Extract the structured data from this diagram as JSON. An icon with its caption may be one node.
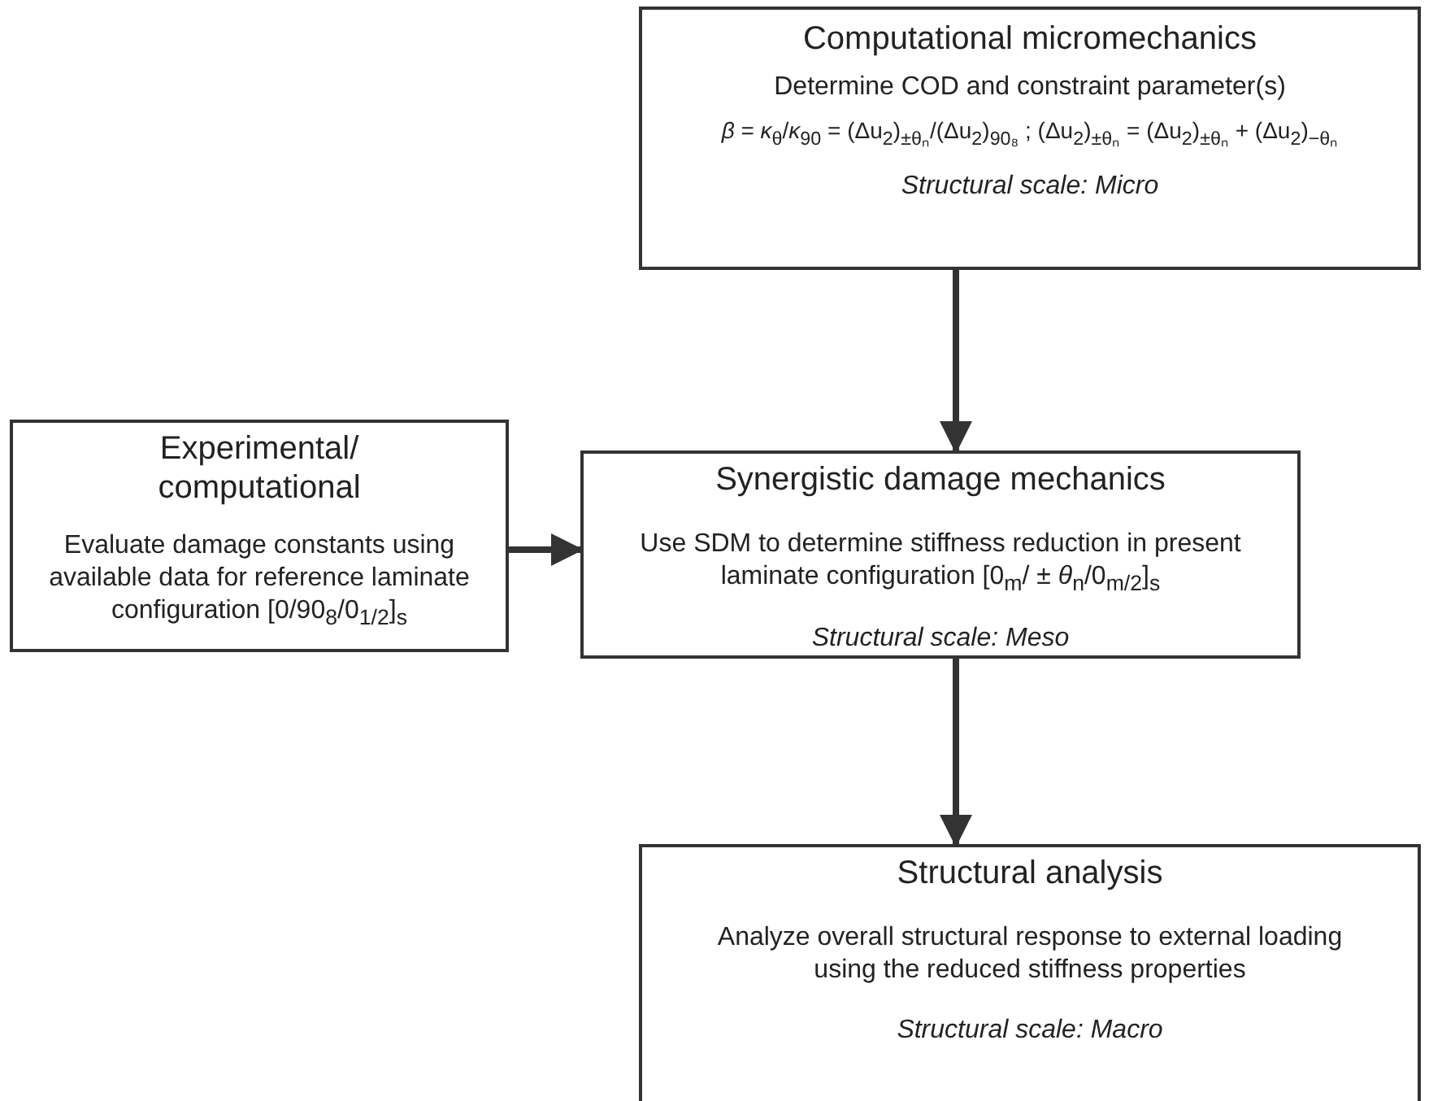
{
  "diagram": {
    "nodes": [
      {
        "text": [
          "Computational micromechanics",
          "Determine COD and constraint parameter(s)",
          "*β* = *κ*$_{θ}$/*κ*$_{90}$ = (Δu$_{2}$)$_{±θₙ}$/(Δu$_{2}$)$_{90₈}$ ; (Δu$_{2}$)$_{±θₙ}$ = (Δu$_{2}$)$_{±θₙ}$ + (Δu$_{2}$)$_{−θₙ}$",
          "Structural scale: Micro"
        ]
      },
      {
        "text": [
          "Experimental/ computational",
          "Evaluate damage constants using available data for reference laminate configuration [0/90$_{8}$/0$_{1/2}$]$_{s}$"
        ]
      },
      {
        "text": [
          "Synergistic damage mechanics",
          "Use SDM to determine stiffness reduction in present laminate configuration [0$_{m}$/ ± *θ*$_{n}$/0$_{m/2}$]$_{s}$",
          "Structural scale: Meso"
        ]
      },
      {
        "text": [
          "Structural analysis",
          "Analyze overall structural response to external loading using the reduced stiffness properties",
          "Structural scale: Macro"
        ]
      }
    ],
    "edges": [
      {
        "from": 0,
        "to": 2,
        "arrow": "to"
      },
      {
        "from": 1,
        "to": 2,
        "arrow": "to"
      },
      {
        "from": 2,
        "to": 3,
        "arrow": "to"
      }
    ]
  }
}
